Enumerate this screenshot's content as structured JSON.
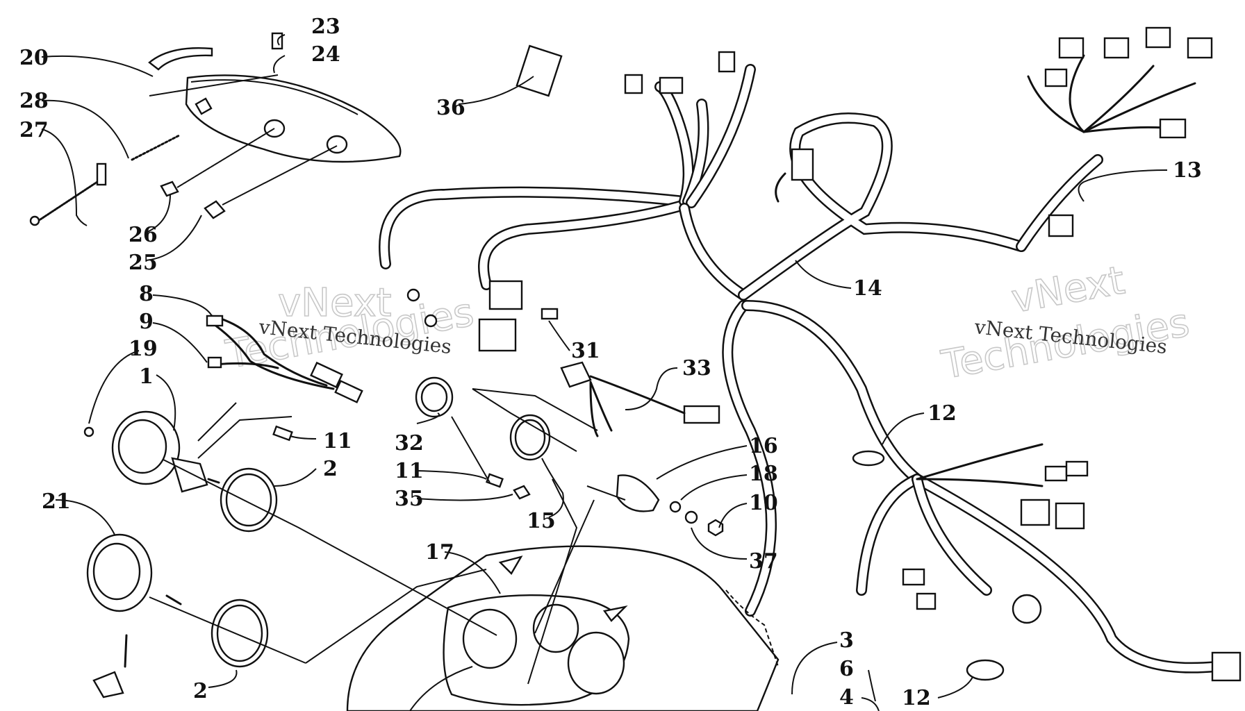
{
  "watermarks": {
    "left_caption": "vNext Technologies",
    "left_outline_1": "vNext",
    "left_outline_2": "Technologies",
    "right_caption": "vNext Technologies",
    "right_outline_1": "vNext",
    "right_outline_2": "Technologies"
  },
  "callouts": {
    "c20": "20",
    "c23": "23",
    "c24": "24",
    "c28": "28",
    "c27": "27",
    "c26": "26",
    "c25": "25",
    "c36": "36",
    "c13": "13",
    "c14": "14",
    "c8": "8",
    "c9": "9",
    "c19": "19",
    "c1": "1",
    "c11a": "11",
    "c2a": "2",
    "c31": "31",
    "c33": "33",
    "c12a": "12",
    "c16": "16",
    "c32": "32",
    "c11b": "11",
    "c35": "35",
    "c15": "15",
    "c18": "18",
    "c10": "10",
    "c37": "37",
    "c21": "21",
    "c17": "17",
    "c3": "3",
    "c6": "6",
    "c4": "4",
    "c12b": "12",
    "c2b": "2"
  }
}
